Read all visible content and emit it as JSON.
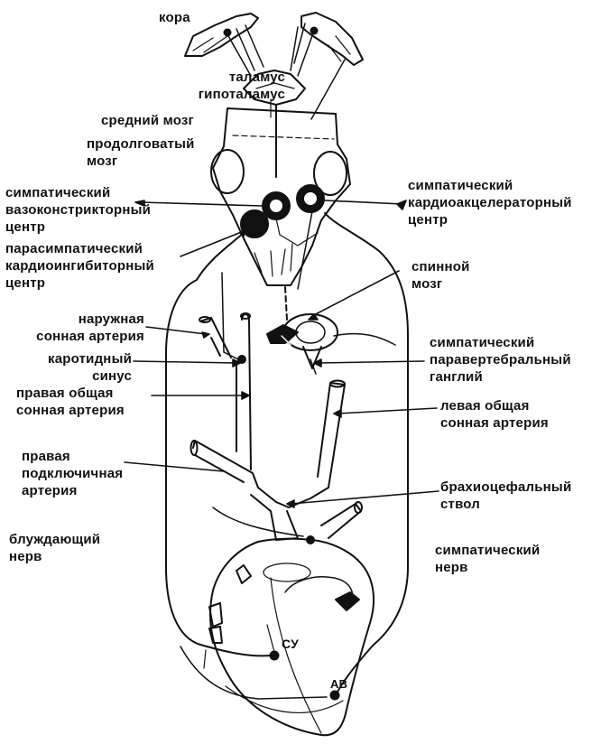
{
  "colors": {
    "ink": "#111111",
    "paper": "#ffffff"
  },
  "labels": {
    "cortex": "кора",
    "thalamus": "таламус\nгипоталамус",
    "midbrain": "средний мозг",
    "medulla": "продолговатый\nмозг",
    "vasoconstrictor_center": "симпатический\nвазоконстрикторный\nцентр",
    "cardioaccelerator_center": "симпатический\nкардиоакцелераторный\nцентр",
    "cardioinhibitory_center": "парасимпатический\nкардиоингибиторный\nцентр",
    "spinal_cord": "спинной\nмозг",
    "external_carotid": "наружная\nсонная артерия",
    "carotid_sinus": "каротидный\nсинус",
    "sympathetic_ganglion": "симпатический\nпаравертебральный\nганглий",
    "right_common_carotid": "правая общая\nсонная артерия",
    "left_common_carotid": "левая общая\nсонная артерия",
    "right_subclavian": "правая\nподключичная\nартерия",
    "brachiocephalic": "брахиоцефальный\nствол",
    "vagus_nerve": "блуждающий\nнерв",
    "sympathetic_nerve": "симпатический\nнерв",
    "sa_node": "СУ",
    "av_node": "АВ"
  }
}
